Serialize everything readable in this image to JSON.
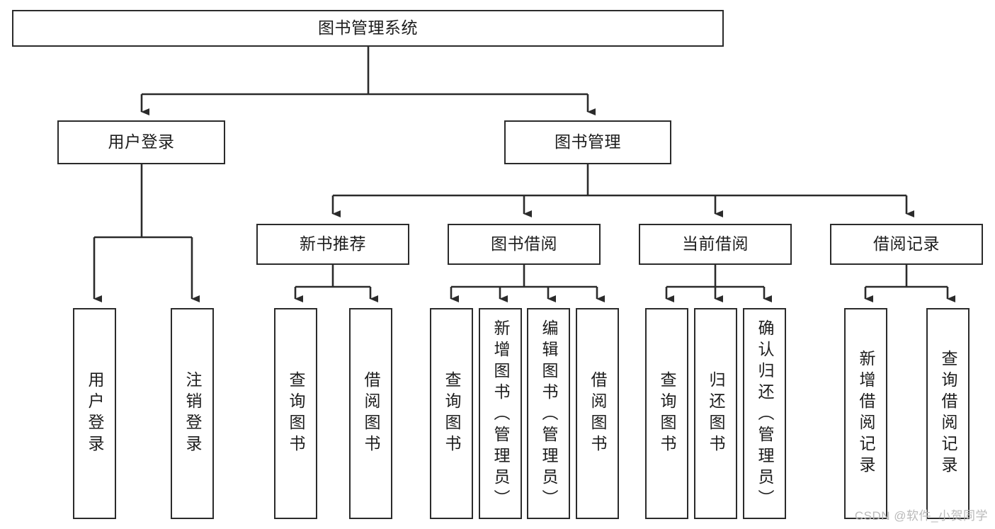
{
  "diagram": {
    "type": "tree",
    "title": "图书管理系统",
    "watermark": "CSDN @软件_小贺同学",
    "theme": {
      "background": "#ffffff",
      "border": "#2b2b2b",
      "text": "#1d1d1d",
      "watermark": "#b9b9b9"
    },
    "levels": {
      "root": {
        "label": "图书管理系统"
      },
      "branches": [
        {
          "id": "user-login",
          "label": "用户登录"
        },
        {
          "id": "book-manage",
          "label": "图书管理"
        }
      ],
      "modules": [
        {
          "id": "new-book-rec",
          "label": "新书推荐"
        },
        {
          "id": "book-borrow",
          "label": "图书借阅"
        },
        {
          "id": "current-borrow",
          "label": "当前借阅"
        },
        {
          "id": "borrow-record",
          "label": "借阅记录"
        }
      ],
      "leaves": [
        {
          "id": "leaf-user-login",
          "label": "用户登录",
          "parent": "user-login"
        },
        {
          "id": "leaf-user-logout",
          "label": "注销登录",
          "parent": "user-login"
        },
        {
          "id": "leaf-query-1",
          "label": "查询图书",
          "parent": "new-book-rec"
        },
        {
          "id": "leaf-borrow-1",
          "label": "借阅图书",
          "parent": "new-book-rec"
        },
        {
          "id": "leaf-query-2",
          "label": "查询图书",
          "parent": "book-borrow"
        },
        {
          "id": "leaf-add-book",
          "label": "新增图书（管理员）",
          "parent": "book-borrow"
        },
        {
          "id": "leaf-edit-book",
          "label": "编辑图书（管理员）",
          "parent": "book-borrow"
        },
        {
          "id": "leaf-borrow-2",
          "label": "借阅图书",
          "parent": "book-borrow"
        },
        {
          "id": "leaf-query-3",
          "label": "查询图书",
          "parent": "current-borrow"
        },
        {
          "id": "leaf-return",
          "label": "归还图书",
          "parent": "current-borrow"
        },
        {
          "id": "leaf-confirm",
          "label": "确认归还（管理员）",
          "parent": "current-borrow"
        },
        {
          "id": "leaf-add-record",
          "label": "新增借阅记录",
          "parent": "borrow-record"
        },
        {
          "id": "leaf-query-record",
          "label": "查询借阅记录",
          "parent": "borrow-record"
        }
      ]
    }
  }
}
